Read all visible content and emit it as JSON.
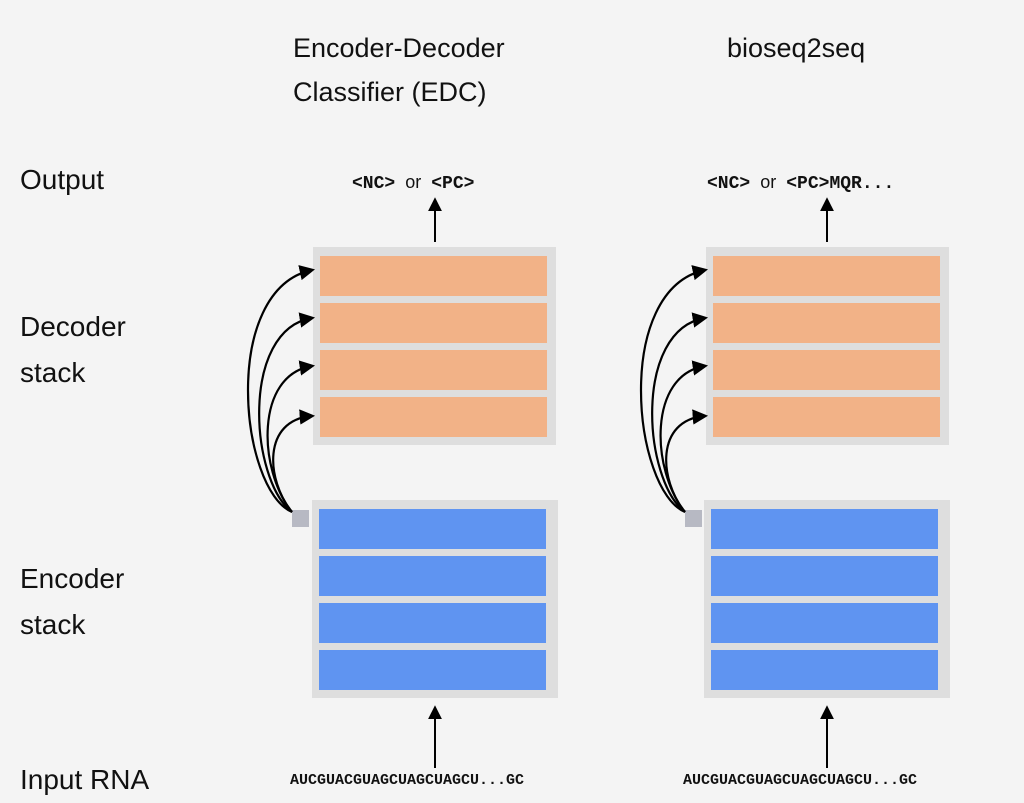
{
  "columns": [
    {
      "title_line1": "Encoder-Decoder",
      "title_line2": "Classifier (EDC)",
      "output_token_a": "<NC>",
      "output_or": "or",
      "output_token_b": "<PC>",
      "input_sequence": "AUCGUACGUAGCUAGCUAGCU...GC",
      "decoder_layers": 4,
      "encoder_layers": 4
    },
    {
      "title_line1": "bioseq2seq",
      "title_line2": "",
      "output_token_a": "<NC>",
      "output_or": "or",
      "output_token_b": "<PC>MQR...",
      "input_sequence": "AUCGUACGUAGCUAGCUAGCU...GC",
      "decoder_layers": 4,
      "encoder_layers": 4
    }
  ],
  "row_labels": {
    "output": "Output",
    "decoder_line1": "Decoder",
    "decoder_line2": "stack",
    "encoder_line1": "Encoder",
    "encoder_line2": "stack",
    "input": "Input RNA"
  },
  "colors": {
    "background": "#f4f4f4",
    "decoder_layer": "#f2b287",
    "encoder_layer": "#5f94f1",
    "stack_frame": "#dedede",
    "handle": "#b7b9c3",
    "arrow": "#000000"
  }
}
